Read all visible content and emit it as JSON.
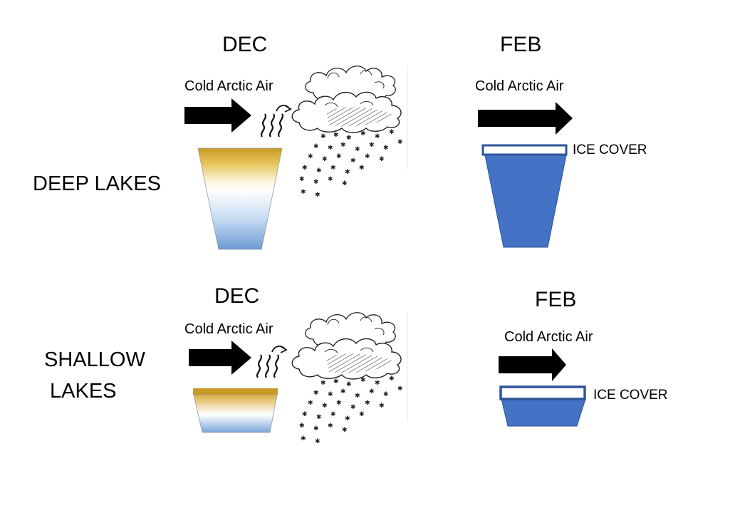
{
  "labels": {
    "dec": "DEC",
    "feb": "FEB",
    "deep_lakes": "DEEP LAKES",
    "shallow_lakes_line1": "SHALLOW",
    "shallow_lakes_line2": "LAKES",
    "cold_arctic_air": "Cold Arctic Air",
    "ice_cover": "ICE COVER"
  },
  "colors": {
    "warm_top": "#c89a24",
    "cold_bottom": "#6b9ad4",
    "frozen_water": "#4472c4",
    "ice_outline": "#2f5597",
    "arrow": "#000000"
  },
  "icons": [
    "arrow-right-icon",
    "steam-icon",
    "snow-cloud-icon"
  ]
}
